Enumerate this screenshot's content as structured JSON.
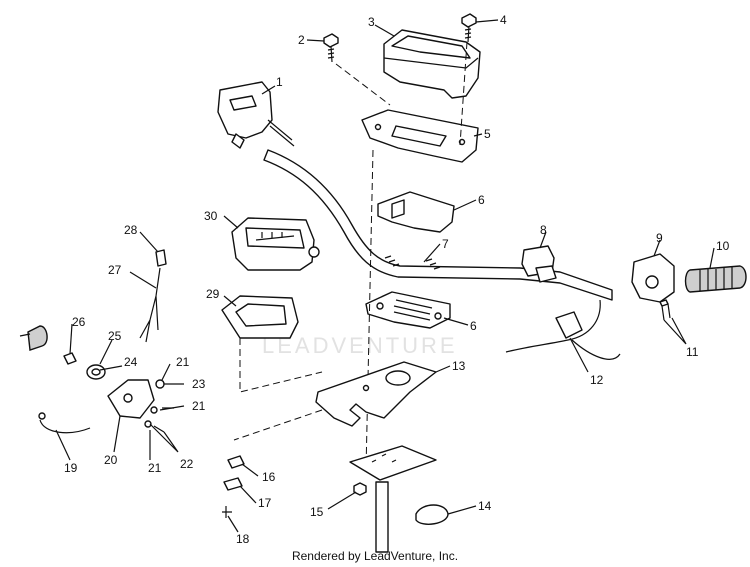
{
  "diagram": {
    "watermark": "LEADVENTURE",
    "footer": "Rendered by LeadVenture, Inc.",
    "callouts": [
      "1",
      "2",
      "3",
      "4",
      "5",
      "6",
      "6",
      "7",
      "8",
      "9",
      "10",
      "11",
      "12",
      "13",
      "14",
      "15",
      "16",
      "17",
      "18",
      "19",
      "20",
      "21",
      "21",
      "21",
      "22",
      "23",
      "24",
      "25",
      "26",
      "27",
      "28",
      "29",
      "30"
    ]
  }
}
